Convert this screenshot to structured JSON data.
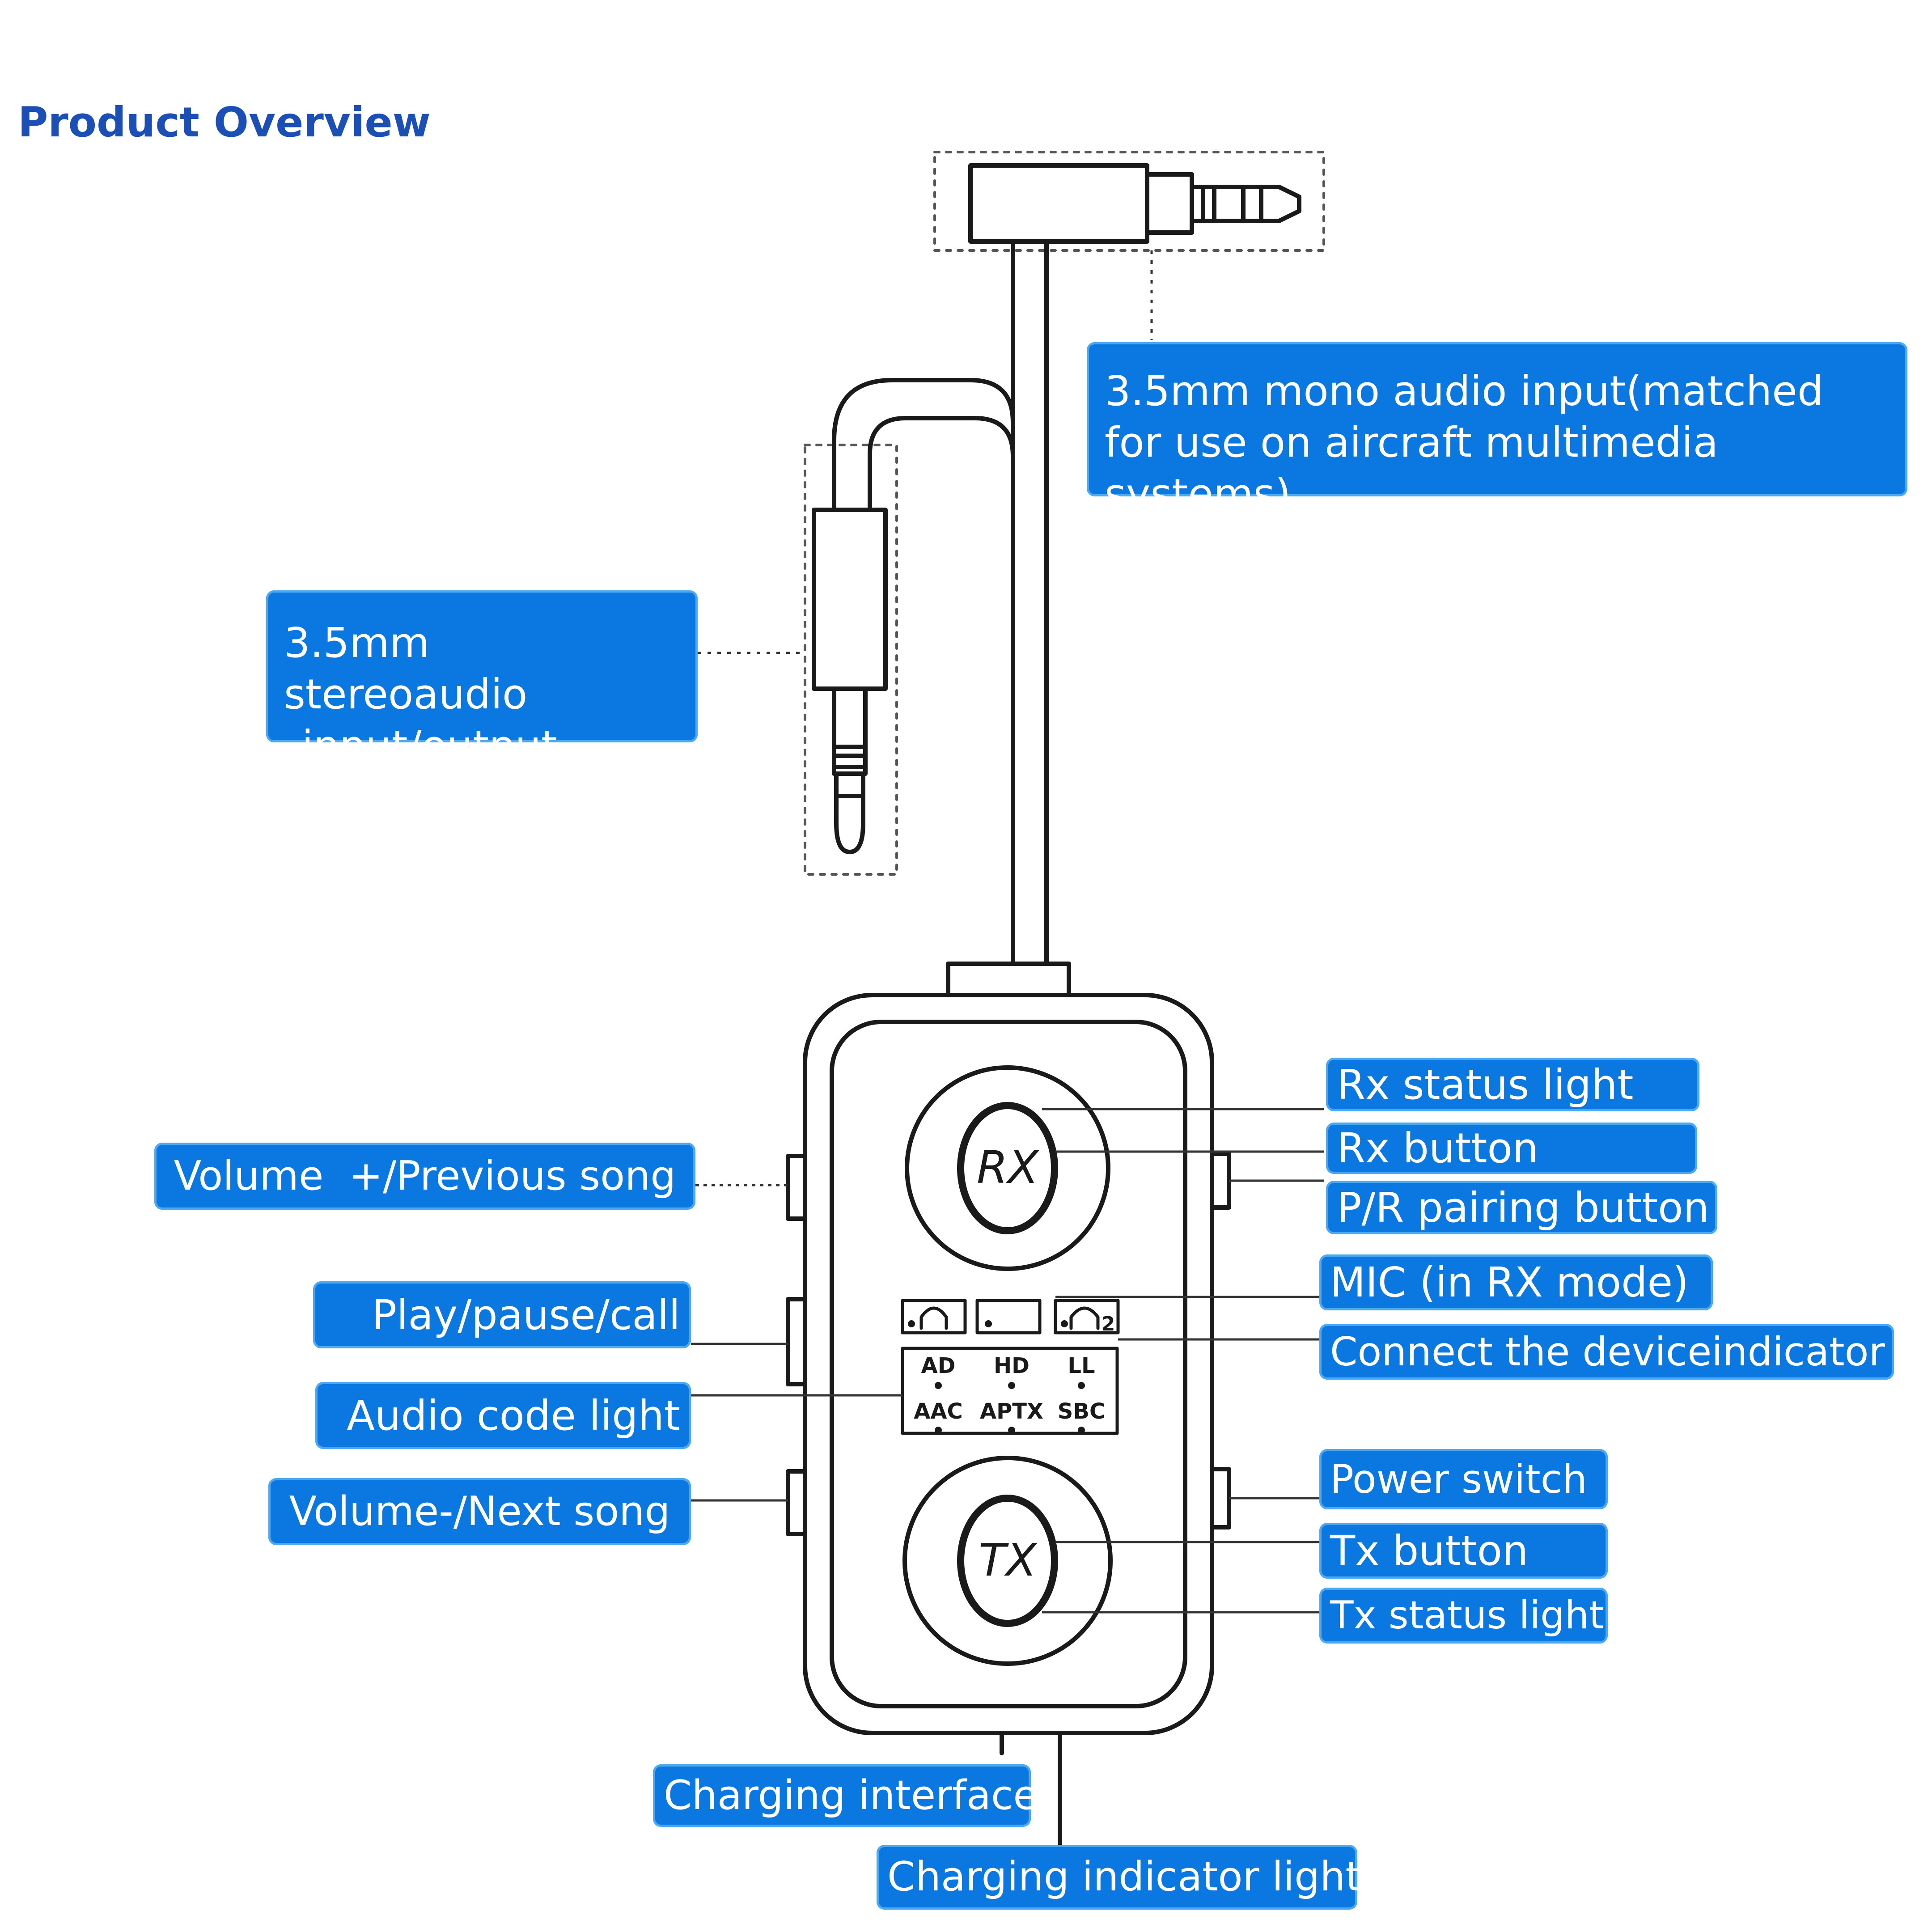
{
  "title": "Product Overview",
  "callouts": {
    "mono_input": "3.5mm mono audio input(matched for use on aircraft multimedia systems)",
    "stereo_io_line1": "3.5mm stereoaudio",
    "stereo_io_line2": "input/output",
    "rx_status_light": "Rx status light",
    "rx_button": "Rx button",
    "pr_pairing_button": "P/R pairing button",
    "mic": "MIC (in RX mode)",
    "connect_indicator": "Connect the deviceindicator",
    "power_switch": "Power switch",
    "tx_button": "Tx button",
    "tx_status_light": "Tx status light",
    "volume_up": "Volume  +/Previous song",
    "play_pause": "Play/pause/call",
    "audio_code_light": "Audio code light",
    "volume_down": "Volume-/Next song",
    "charging_interface": "Charging interface",
    "charging_indicator": "Charging indicator light"
  },
  "device": {
    "rx_label": "RX",
    "tx_label": "TX",
    "codec_top": [
      "AD",
      "HD",
      "LL"
    ],
    "codec_bottom": [
      "AAC",
      "APTX",
      "SBC"
    ],
    "headphone_2_label": "2"
  }
}
